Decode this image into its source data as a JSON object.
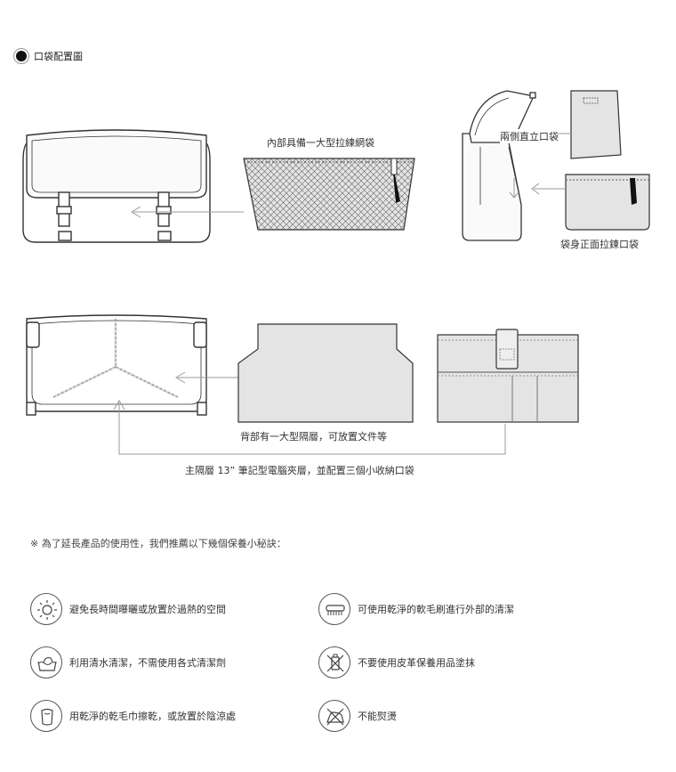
{
  "section": {
    "title": "口袋配置圖"
  },
  "labels": {
    "mesh_pocket": "內部具備一大型拉練網袋",
    "side_pockets": "兩側直立口袋",
    "front_zip_pocket": "袋身正面拉鍊口袋",
    "back_pocket": "背部有一大型隔層，可放置文件等",
    "main_compartment": "主隔層 13” 筆記型電腦夾層，並配置三個小收納口袋"
  },
  "note": "※ 為了延長產品的使用性，我們推薦以下幾個保養小秘訣：",
  "tips": [
    {
      "icon": "sun-icon",
      "text": "避免長時間曝曬或放置於過熱的空間"
    },
    {
      "icon": "brush-icon",
      "text": "可使用乾淨的軟毛刷進行外部的清潔"
    },
    {
      "icon": "hand-wash-icon",
      "text": "利用清水清潔，不需使用各式清潔劑"
    },
    {
      "icon": "no-leather-care-icon",
      "text": "不要使用皮革保養用品塗抹"
    },
    {
      "icon": "towel-dry-icon",
      "text": "用乾淨的乾毛巾擦乾，或放置於陰涼處"
    },
    {
      "icon": "no-iron-icon",
      "text": "不能熨燙"
    }
  ]
}
